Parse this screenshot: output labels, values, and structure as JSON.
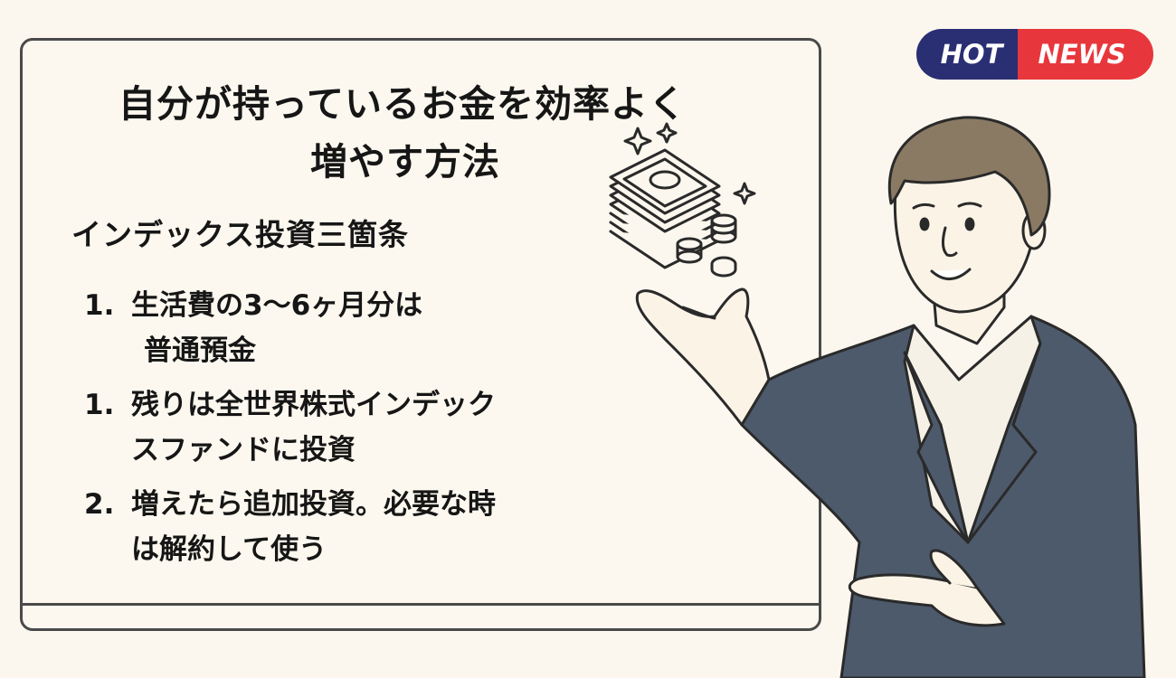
{
  "title": {
    "line1": "自分が持っているお金を効率よく",
    "line2": "増やす方法"
  },
  "subtitle": "インデックス投資三箇条",
  "rules": [
    {
      "number": "1.",
      "lines": [
        "生活費の3〜6ヶ月分は",
        "普通預金"
      ]
    },
    {
      "number": "1.",
      "lines": [
        "残りは全世界株式インデック",
        "スファンドに投資"
      ]
    },
    {
      "number": "2.",
      "lines": [
        "増えたら追加投資。必要な時",
        "は解約して使う"
      ]
    }
  ],
  "badge": {
    "hot": "HOT",
    "news": "NEWS",
    "colors": {
      "hot": "#2a2e73",
      "news": "#e8373c"
    }
  },
  "illustration": {
    "suit_color": "#4d5a6b",
    "hair_color": "#8a7a63",
    "skin_color": "#fbf3e6"
  }
}
